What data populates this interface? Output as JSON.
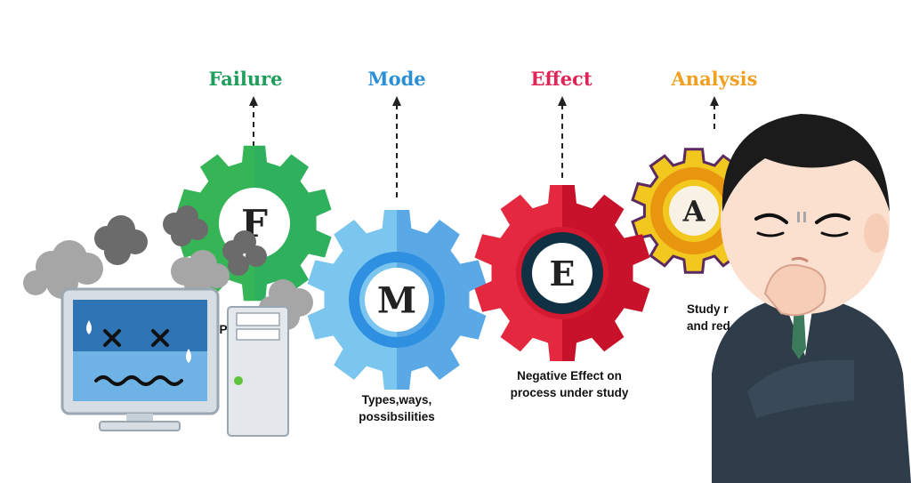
{
  "headings": {
    "failure": "Failure",
    "mode": "Mode",
    "effect": "Effect",
    "analysis": "Analysis"
  },
  "gears": {
    "f_letter": "F",
    "m_letter": "M",
    "e_letter": "E",
    "a_letter": "A"
  },
  "captions": {
    "failure_partial": "P",
    "mode_line1": "Types,ways,",
    "mode_line2": "possibsilities",
    "effect_line1": "Negative Effect on",
    "effect_line2": "process under study",
    "analysis_line1": "Study r",
    "analysis_line2": "and red"
  },
  "colors": {
    "failure": "#1e9e5a",
    "mode": "#2b8fd6",
    "effect": "#e02456",
    "analysis": "#f0a020"
  }
}
